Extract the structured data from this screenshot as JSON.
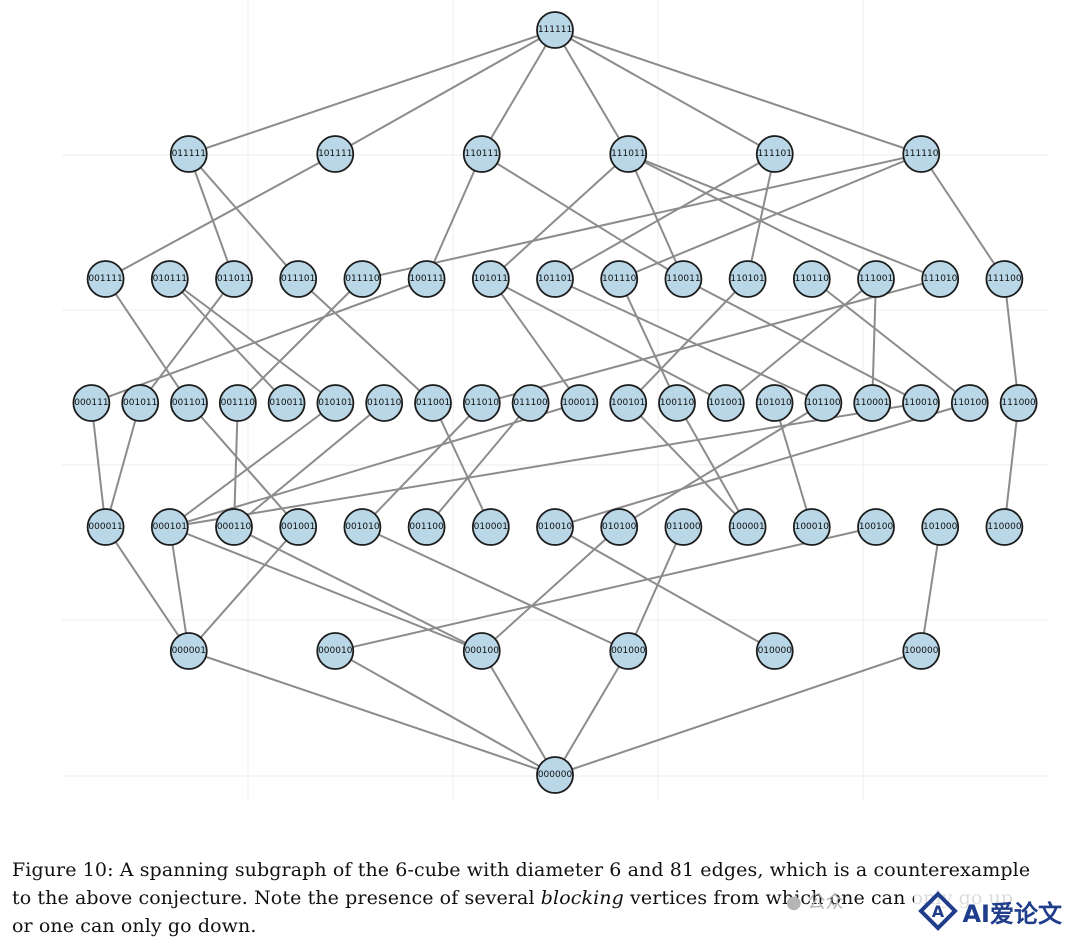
{
  "graph": {
    "levels": [
      [
        "111111"
      ],
      [
        "011111",
        "101111",
        "110111",
        "111011",
        "111101",
        "111110"
      ],
      [
        "001111",
        "010111",
        "011011",
        "011101",
        "011110",
        "100111",
        "101011",
        "101101",
        "101110",
        "110011",
        "110101",
        "110110",
        "111001",
        "111010",
        "111100"
      ],
      [
        "000111",
        "001011",
        "001101",
        "001110",
        "010011",
        "010101",
        "010110",
        "011001",
        "011010",
        "011100",
        "100011",
        "100101",
        "100110",
        "101001",
        "101010",
        "101100",
        "110001",
        "110010",
        "110100",
        "111000"
      ],
      [
        "000011",
        "000101",
        "000110",
        "001001",
        "001010",
        "001100",
        "010001",
        "010010",
        "010100",
        "011000",
        "100001",
        "100010",
        "100100",
        "101000",
        "110000"
      ],
      [
        "000001",
        "000010",
        "000100",
        "001000",
        "010000",
        "100000"
      ],
      [
        "000000"
      ]
    ],
    "edges": [
      [
        "111111",
        "011111"
      ],
      [
        "111111",
        "101111"
      ],
      [
        "111111",
        "110111"
      ],
      [
        "111111",
        "111011"
      ],
      [
        "111111",
        "111101"
      ],
      [
        "111111",
        "111110"
      ],
      [
        "011111",
        "011011"
      ],
      [
        "011111",
        "011101"
      ],
      [
        "101111",
        "001111"
      ],
      [
        "110111",
        "100111"
      ],
      [
        "110111",
        "110011"
      ],
      [
        "111011",
        "101011"
      ],
      [
        "111011",
        "110011"
      ],
      [
        "111011",
        "111001"
      ],
      [
        "111011",
        "111010"
      ],
      [
        "111101",
        "101101"
      ],
      [
        "111101",
        "110101"
      ],
      [
        "111110",
        "011110"
      ],
      [
        "111110",
        "101110"
      ],
      [
        "111110",
        "111100"
      ],
      [
        "001111",
        "001101"
      ],
      [
        "010111",
        "010101"
      ],
      [
        "010111",
        "010011"
      ],
      [
        "011011",
        "001011"
      ],
      [
        "011101",
        "011001"
      ],
      [
        "011110",
        "001110"
      ],
      [
        "100111",
        "000111"
      ],
      [
        "101011",
        "101001"
      ],
      [
        "101011",
        "100011"
      ],
      [
        "101101",
        "101100"
      ],
      [
        "101110",
        "100110"
      ],
      [
        "110011",
        "110010"
      ],
      [
        "110101",
        "100101"
      ],
      [
        "110110",
        "110100"
      ],
      [
        "111001",
        "110001"
      ],
      [
        "111001",
        "101001"
      ],
      [
        "111010",
        "011010"
      ],
      [
        "111100",
        "111000"
      ],
      [
        "000111",
        "000011"
      ],
      [
        "001011",
        "000011"
      ],
      [
        "001101",
        "001001"
      ],
      [
        "001110",
        "000110"
      ],
      [
        "010101",
        "000101"
      ],
      [
        "010110",
        "000110"
      ],
      [
        "011001",
        "010001"
      ],
      [
        "011010",
        "001010"
      ],
      [
        "011100",
        "001100"
      ],
      [
        "100011",
        "000101"
      ],
      [
        "100101",
        "100001"
      ],
      [
        "100110",
        "100001"
      ],
      [
        "101010",
        "100010"
      ],
      [
        "101100",
        "010100"
      ],
      [
        "110010",
        "000101"
      ],
      [
        "110100",
        "010010"
      ],
      [
        "111000",
        "110000"
      ],
      [
        "000011",
        "000001"
      ],
      [
        "000101",
        "000001"
      ],
      [
        "000101",
        "000100"
      ],
      [
        "000110",
        "000100"
      ],
      [
        "001001",
        "000001"
      ],
      [
        "001010",
        "001000"
      ],
      [
        "010010",
        "010000"
      ],
      [
        "010100",
        "000100"
      ],
      [
        "011000",
        "001000"
      ],
      [
        "100100",
        "000010"
      ],
      [
        "101000",
        "100000"
      ],
      [
        "000001",
        "000000"
      ],
      [
        "000010",
        "000000"
      ],
      [
        "000100",
        "000000"
      ],
      [
        "001000",
        "000000"
      ],
      [
        "100000",
        "000000"
      ]
    ]
  },
  "caption": {
    "line1": "Figure 10: A spanning subgraph of the 6-cube with diameter 6 and 81 edges, which is a counterexample",
    "line2_pre": "to the above conjecture. Note the presence of several ",
    "line2_em": "blocking",
    "line2_post": " vertices from which one can only go up",
    "line3": "or one can only go down."
  },
  "watermark": {
    "text": "AI爱论文",
    "chat_text": "公众"
  }
}
